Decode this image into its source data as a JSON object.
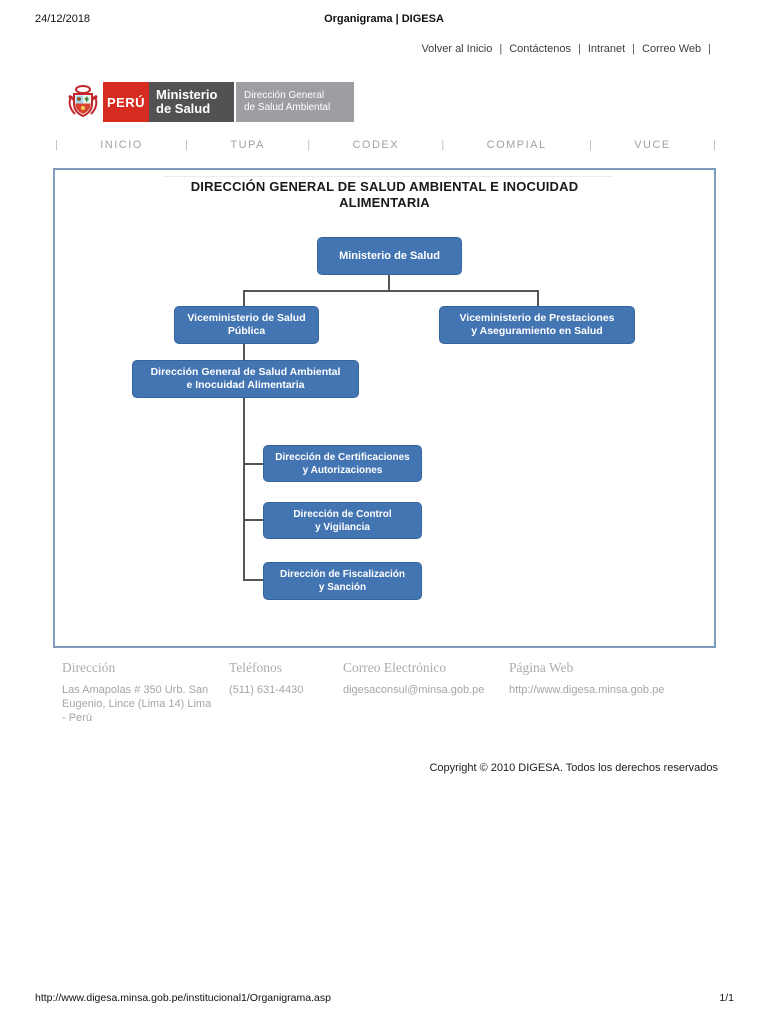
{
  "print_header": {
    "date": "24/12/2018",
    "title": "Organigrama | DIGESA"
  },
  "ui": {
    "pipe": "|"
  },
  "top_links": [
    "Volver al Inicio",
    "Contáctenos",
    "Intranet",
    "Correo Web"
  ],
  "logo": {
    "country": "PERÚ",
    "ministry_lines": [
      "Ministerio",
      "de Salud"
    ],
    "direction_lines": [
      "Dirección General",
      "de Salud Ambiental"
    ],
    "colors": {
      "peru_red": "#D52B20",
      "ministry_gray": "#515254",
      "direction_gray": "#9C9EA1"
    }
  },
  "nav": {
    "items": [
      "INICIO",
      "TUPA",
      "CODEX",
      "COMPIAL",
      "VUCE"
    ]
  },
  "org_chart": {
    "title_lines": [
      "DIRECCIÓN GENERAL DE SALUD AMBIENTAL E INOCUIDAD",
      "ALIMENTARIA"
    ],
    "colors": {
      "node_fill": "#4475B3",
      "node_border": "#35659E",
      "connector": "#565656",
      "frame": "#7E9CBC"
    },
    "nodes": {
      "ministerio": {
        "lines": [
          "Ministerio de Salud"
        ]
      },
      "vice_salud_publica": {
        "lines": [
          "Viceministerio de Salud",
          "Pública"
        ]
      },
      "vice_prestaciones": {
        "lines": [
          "Viceministerio de Prestaciones",
          "y Aseguramiento en Salud"
        ]
      },
      "direccion_general": {
        "lines": [
          "Dirección General de Salud Ambiental",
          "e Inocuidad Alimentaria"
        ]
      },
      "certificaciones": {
        "lines": [
          "Dirección de Certificaciones",
          "y Autorizaciones"
        ]
      },
      "control": {
        "lines": [
          "Dirección de Control",
          "y Vigilancia"
        ]
      },
      "fiscalizacion": {
        "lines": [
          "Dirección de Fiscalización",
          "y Sanción"
        ]
      }
    }
  },
  "footer_info": {
    "columns": [
      {
        "heading": "Dirección",
        "lines": [
          "Las Amapolas # 350 Urb. San",
          "Eugenio, Lince (Lima 14) Lima",
          "- Perú"
        ]
      },
      {
        "heading": "Teléfonos",
        "lines": [
          "(511) 631-4430"
        ]
      },
      {
        "heading": "Correo Electrónico",
        "lines": [
          "digesaconsul@minsa.gob.pe"
        ]
      },
      {
        "heading": "Página Web",
        "lines": [
          "http://www.digesa.minsa.gob.pe"
        ]
      }
    ]
  },
  "copyright": "Copyright © 2010 DIGESA. Todos los derechos reservados",
  "print_footer": {
    "url": "http://www.digesa.minsa.gob.pe/institucional1/Organigrama.asp",
    "page": "1/1"
  }
}
